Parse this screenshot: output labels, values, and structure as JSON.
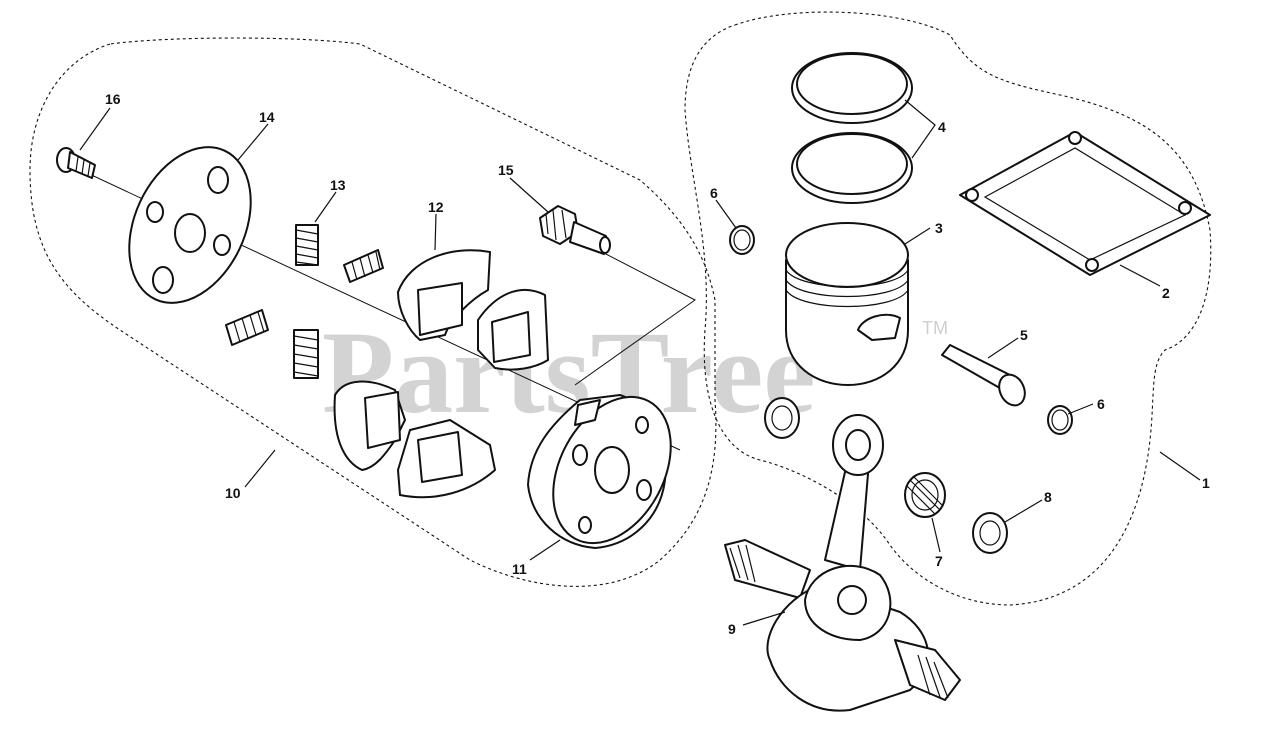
{
  "diagram": {
    "watermark": "PartsTree",
    "trademark": "TM",
    "callouts": {
      "c1": "1",
      "c2": "2",
      "c3": "3",
      "c4": "4",
      "c5": "5",
      "c6a": "6",
      "c6b": "6",
      "c7": "7",
      "c8": "8",
      "c9": "9",
      "c10": "10",
      "c11": "11",
      "c12": "12",
      "c13": "13",
      "c14": "14",
      "c15": "15",
      "c16": "16"
    }
  }
}
